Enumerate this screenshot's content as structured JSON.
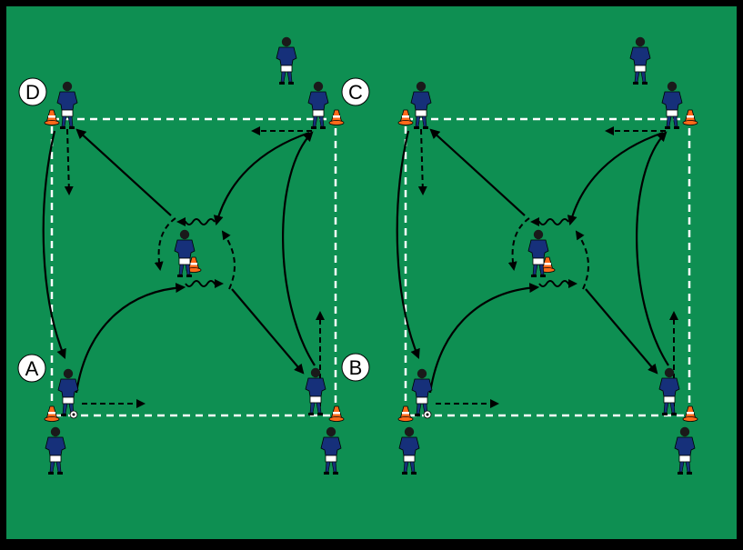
{
  "diagram": {
    "colors": {
      "pitch": "#0e8f52",
      "border": "#000000",
      "lines": "#ffffff",
      "arrows": "#000000",
      "shirt": "#16307a",
      "shorts": "#ffffff",
      "cone": "#ff6a1a"
    },
    "corner_labels": {
      "a": "A",
      "b": "B",
      "c": "C",
      "d": "D"
    },
    "grids": [
      {
        "id": "left-grid"
      },
      {
        "id": "right-grid"
      }
    ]
  }
}
